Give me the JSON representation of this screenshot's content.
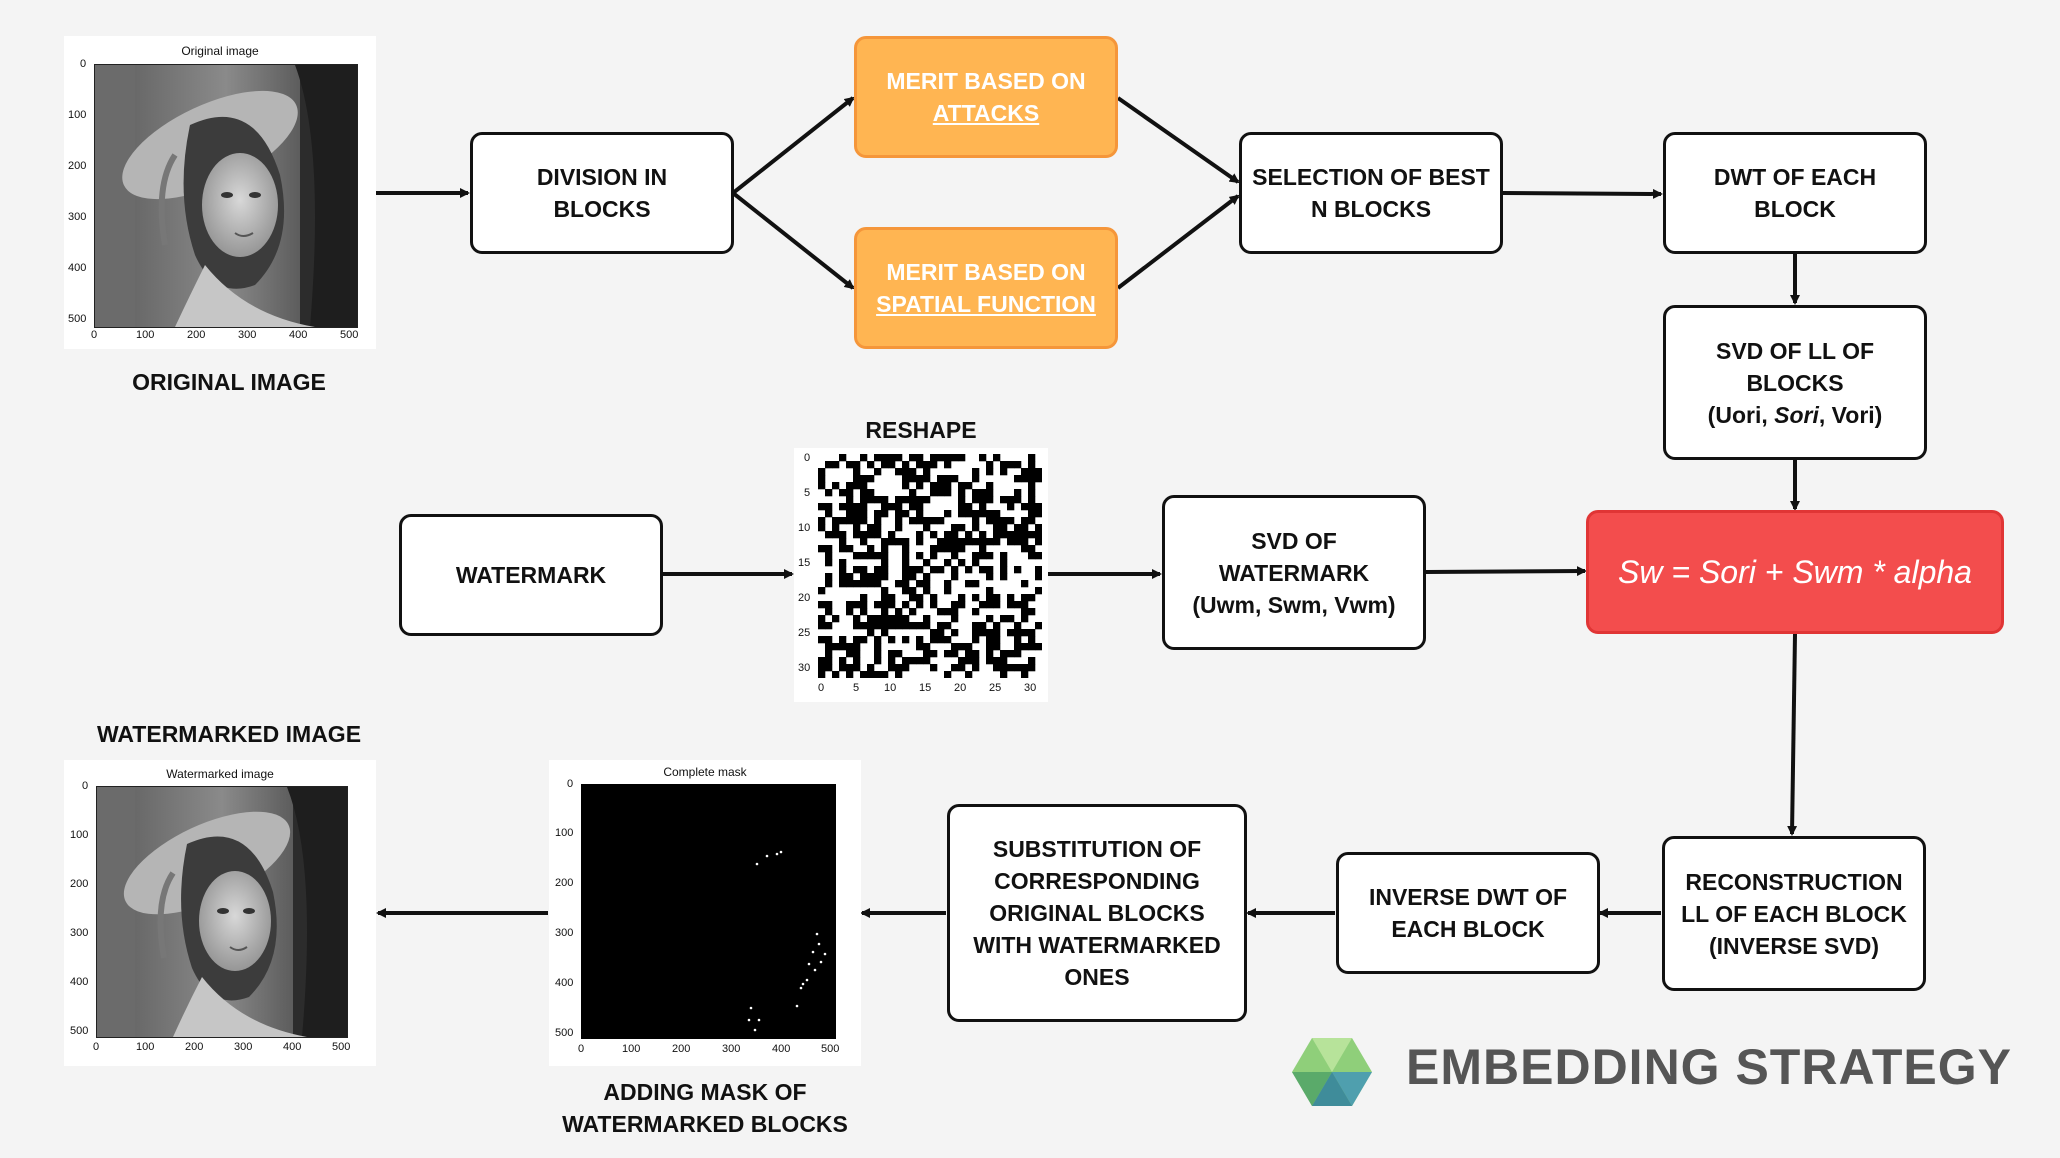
{
  "nodes": {
    "division": [
      "DIVISION IN",
      "BLOCKS"
    ],
    "merit_attacks": [
      "MERIT BASED ON",
      "ATTACKS"
    ],
    "merit_spatial": [
      "MERIT BASED ON",
      "SPATIAL FUNCTION"
    ],
    "selection": [
      "SELECTION OF BEST",
      "N BLOCKS"
    ],
    "dwt": [
      "DWT OF EACH",
      "BLOCK"
    ],
    "svd_ll": [
      "SVD OF LL OF",
      "BLOCKS",
      "(Uori, ",
      "Sori",
      ", Vori)"
    ],
    "watermark": [
      "WATERMARK"
    ],
    "svd_wm": [
      "SVD OF",
      "WATERMARK",
      "(Uwm, Swm, Vwm)"
    ],
    "formula": "Sw = Sori + Swm * alpha",
    "reconstruction": [
      "RECONSTRUCTION",
      "LL OF EACH BLOCK",
      "(INVERSE SVD)"
    ],
    "inverse_dwt": [
      "INVERSE DWT OF",
      "EACH BLOCK"
    ],
    "substitution": [
      "SUBSTITUTION OF",
      "CORRESPONDING",
      "ORIGINAL BLOCKS",
      "WITH WATERMARKED",
      "ONES"
    ]
  },
  "captions": {
    "original": "ORIGINAL IMAGE",
    "reshape": "RESHAPE",
    "watermarked": "WATERMARKED IMAGE",
    "mask": [
      "ADDING MASK OF",
      "WATERMARKED BLOCKS"
    ]
  },
  "plots": {
    "original": {
      "title": "Original image",
      "yticks": [
        "0",
        "100",
        "200",
        "300",
        "400",
        "500"
      ],
      "xticks": [
        "0",
        "100",
        "200",
        "300",
        "400",
        "500"
      ]
    },
    "reshape": {
      "yticks": [
        "0",
        "5",
        "10",
        "15",
        "20",
        "25",
        "30"
      ],
      "xticks": [
        "0",
        "5",
        "10",
        "15",
        "20",
        "25",
        "30"
      ]
    },
    "watermarked": {
      "title": "Watermarked image",
      "yticks": [
        "0",
        "100",
        "200",
        "300",
        "400",
        "500"
      ],
      "xticks": [
        "0",
        "100",
        "200",
        "300",
        "400",
        "500"
      ]
    },
    "mask": {
      "title": "Complete mask",
      "yticks": [
        "0",
        "100",
        "200",
        "300",
        "400",
        "500"
      ],
      "xticks": [
        "0",
        "100",
        "200",
        "300",
        "400",
        "500"
      ]
    }
  },
  "brand": "EMBEDDING STRATEGY",
  "colors": {
    "orange_fill": "#ffb552",
    "orange_border": "#f5963a",
    "red_fill": "#f34d4d",
    "logo_green": "#7ab87a"
  }
}
